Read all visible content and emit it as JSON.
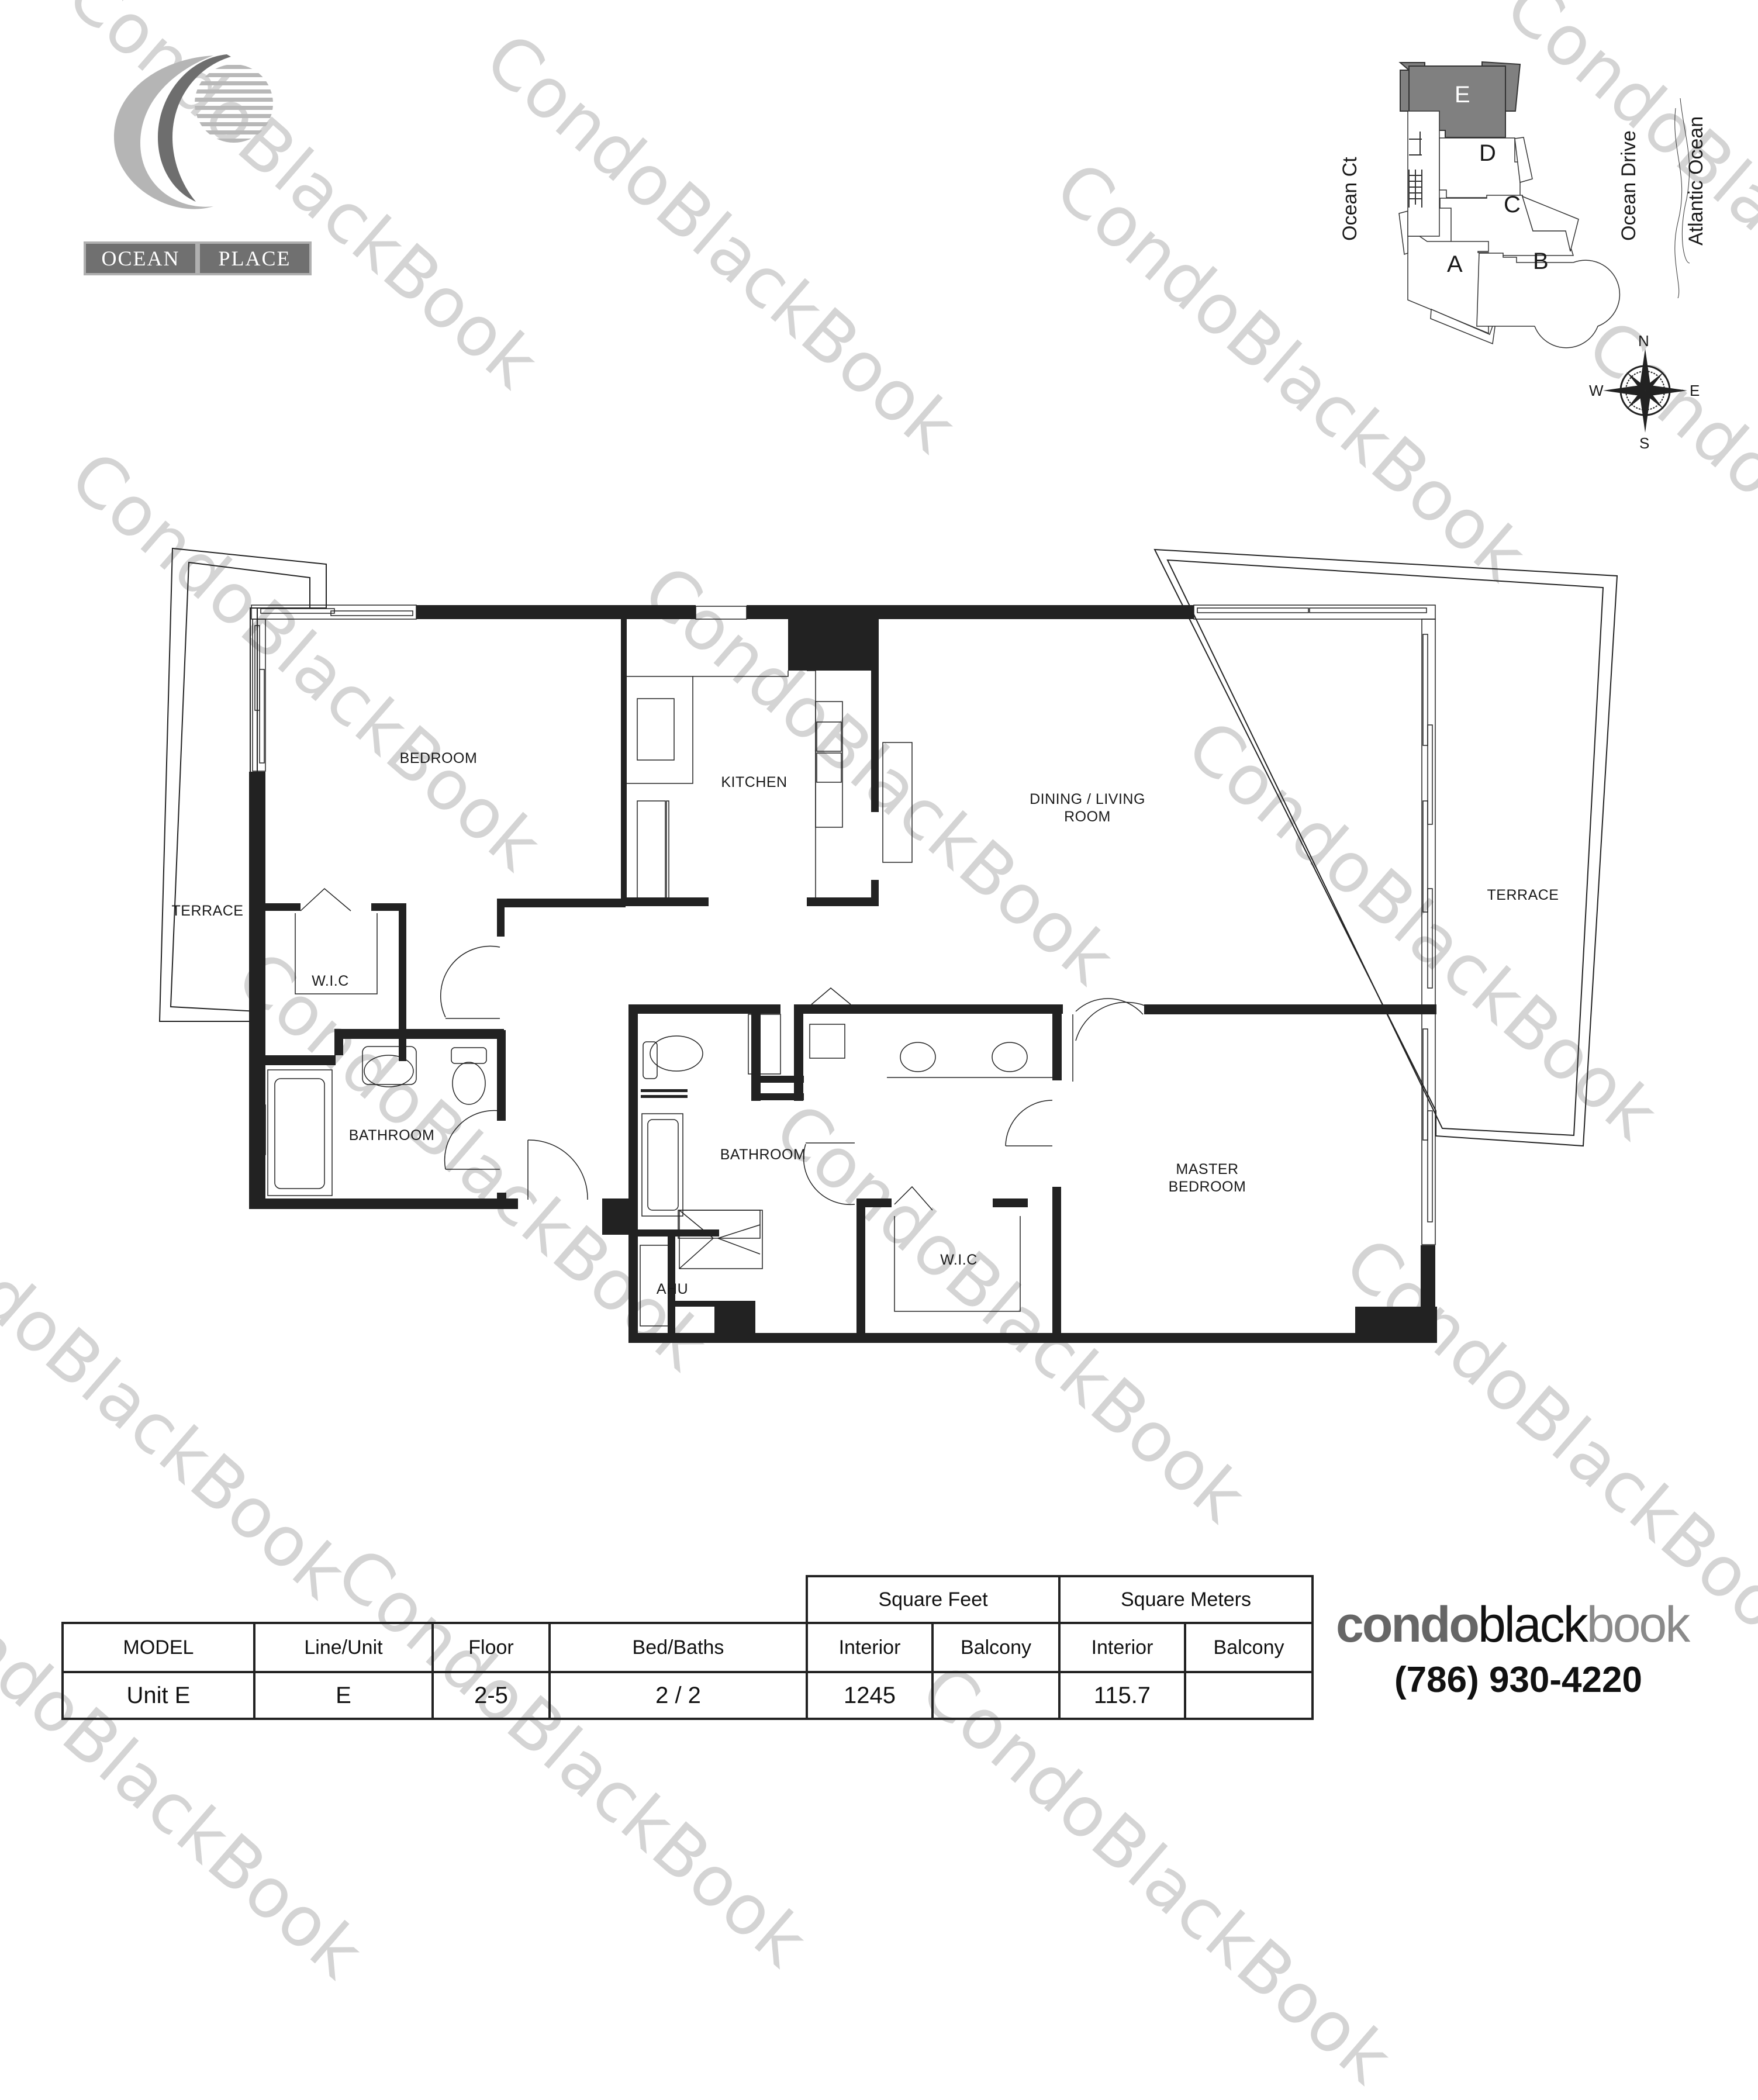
{
  "building": {
    "logo_word_left": "OCEAN",
    "logo_word_right": "PLACE"
  },
  "watermark": {
    "text": "CondoBlackBook",
    "color": "#d4d4d4"
  },
  "key_plan": {
    "highlighted_unit": "E",
    "units": [
      "E",
      "D",
      "C",
      "A",
      "B"
    ],
    "street_west": "Ocean Ct",
    "street_east": "Ocean Drive",
    "water_body": "Atlantic Ocean",
    "highlight_color": "#808080",
    "compass": {
      "n": "N",
      "s": "S",
      "e": "E",
      "w": "W"
    }
  },
  "floor_plan": {
    "rooms": [
      {
        "id": "bedroom",
        "label": "BEDROOM"
      },
      {
        "id": "kitchen",
        "label": "KITCHEN"
      },
      {
        "id": "dining_living",
        "label": "DINING / LIVING",
        "label_line2": "ROOM"
      },
      {
        "id": "terrace_west",
        "label": "TERRACE"
      },
      {
        "id": "terrace_east",
        "label": "TERRACE"
      },
      {
        "id": "wic_1",
        "label": "W.I.C"
      },
      {
        "id": "bathroom_1",
        "label": "BATHROOM"
      },
      {
        "id": "bathroom_2",
        "label": "BATHROOM"
      },
      {
        "id": "ahu",
        "label": "AHU"
      },
      {
        "id": "wic_2",
        "label": "W.I.C"
      },
      {
        "id": "master_bedroom",
        "label": "MASTER",
        "label_line2": "BEDROOM"
      }
    ]
  },
  "specs": {
    "group_headers": {
      "square_feet": "Square Feet",
      "square_meters": "Square Meters"
    },
    "columns": [
      "MODEL",
      "Line/Unit",
      "Floor",
      "Bed/Baths",
      "Interior",
      "Balcony",
      "Interior",
      "Balcony"
    ],
    "row": {
      "model": "Unit E",
      "line_unit": "E",
      "floor": "2-5",
      "bed_baths": "2 / 2",
      "sqft_interior": "1245",
      "sqft_balcony": "",
      "sqm_interior": "115.7",
      "sqm_balcony": ""
    }
  },
  "brand": {
    "part1": "condo",
    "part2": "black",
    "part3": "book",
    "phone": "(786) 930-4220"
  }
}
